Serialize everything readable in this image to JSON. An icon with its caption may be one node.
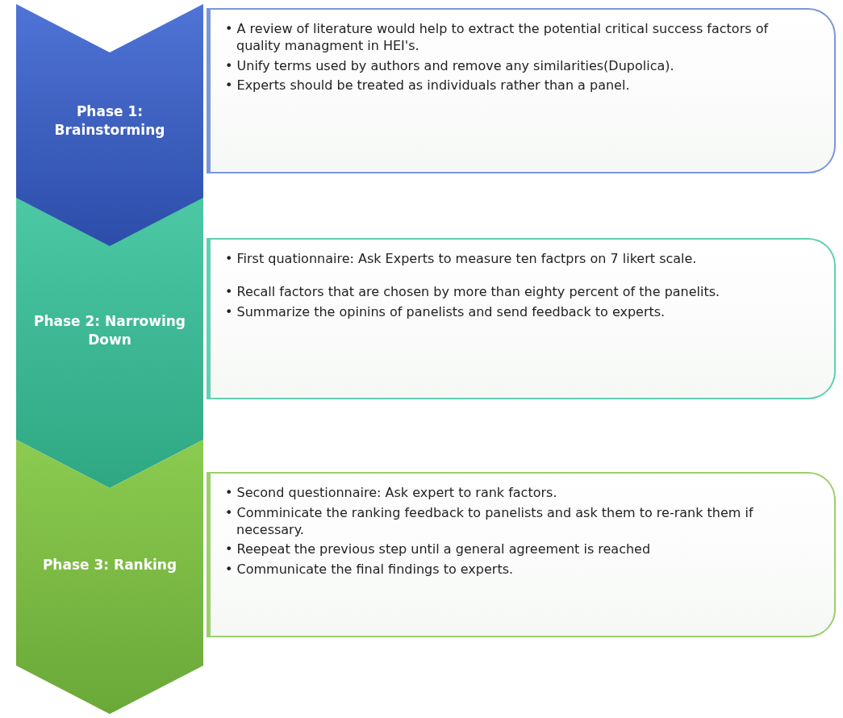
{
  "diagram": {
    "nodes": [
      {
        "text": [
          "Phase 1: Brainstorming"
        ]
      },
      {
        "text": [
          "• A review of literature would help to extract the potential critical success factors of quality managment in HEI's.",
          "• Unify terms used by authors and remove any similarities(Dupolica).",
          "• Experts should be treated as individuals rather than a panel."
        ]
      },
      {
        "text": [
          "Phase 2: Narrowing Down"
        ]
      },
      {
        "text": [
          "• First quationnaire: Ask Experts to measure ten factprs on 7 likert scale.",
          "• Recall factors that are chosen by more than eighty percent of the panelits.",
          "• Summarize the opinins of panelists and send feedback to experts."
        ]
      },
      {
        "text": [
          "Phase 3: Ranking"
        ]
      },
      {
        "text": [
          "• Second questionnaire: Ask expert to rank factors.",
          "• Comminicate the ranking feedback to panelists and ask them to re-rank them if necessary.",
          "• Reepeat the previous step until a general agreement is reached",
          "• Communicate the final findings to experts."
        ]
      }
    ]
  }
}
